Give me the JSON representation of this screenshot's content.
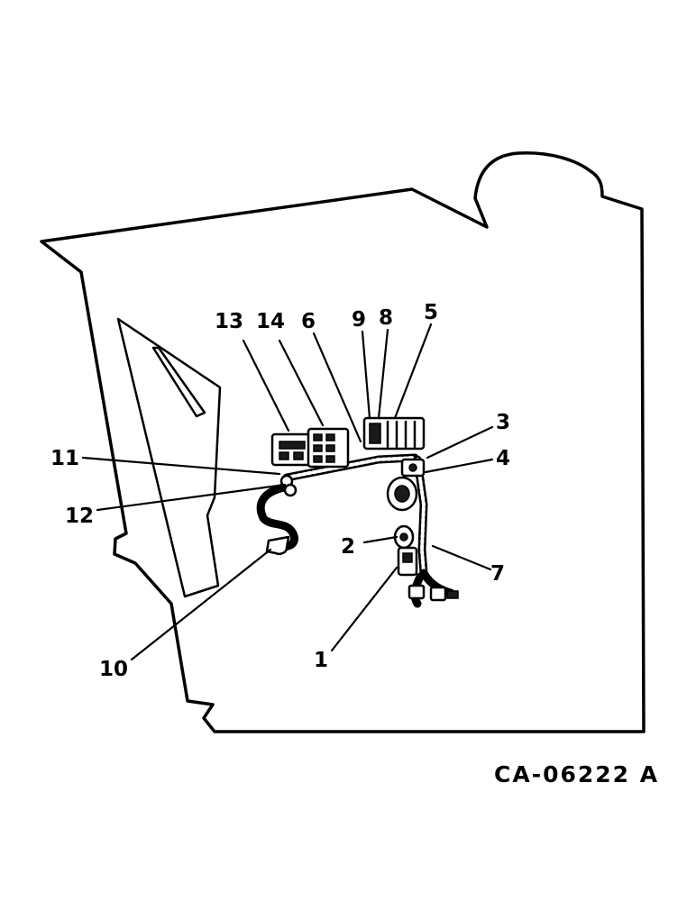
{
  "figure_id": "CA-06222 A",
  "callouts": [
    {
      "id": "c1",
      "label": "1"
    },
    {
      "id": "c2",
      "label": "2"
    },
    {
      "id": "c3",
      "label": "3"
    },
    {
      "id": "c4",
      "label": "4"
    },
    {
      "id": "c5",
      "label": "5"
    },
    {
      "id": "c6",
      "label": "6"
    },
    {
      "id": "c7",
      "label": "7"
    },
    {
      "id": "c8",
      "label": "8"
    },
    {
      "id": "c9",
      "label": "9"
    },
    {
      "id": "c10",
      "label": "10"
    },
    {
      "id": "c11",
      "label": "11"
    },
    {
      "id": "c12",
      "label": "12"
    },
    {
      "id": "c13",
      "label": "13"
    },
    {
      "id": "c14",
      "label": "14"
    }
  ]
}
